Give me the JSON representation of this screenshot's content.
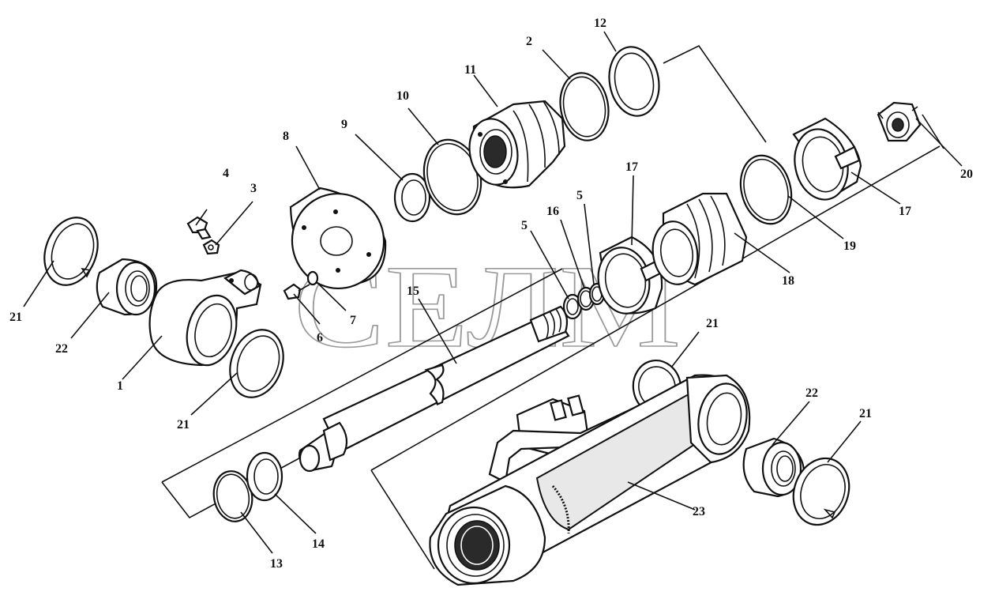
{
  "watermark": "СЕЛМ",
  "callouts": {
    "c1": "1",
    "c2": "2",
    "c3": "3",
    "c4": "4",
    "c5a": "5",
    "c5b": "5",
    "c6": "6",
    "c7": "7",
    "c8": "8",
    "c9": "9",
    "c10": "10",
    "c11": "11",
    "c12": "12",
    "c13": "13",
    "c14": "14",
    "c15": "15",
    "c16": "16",
    "c17a": "17",
    "c17b": "17",
    "c18": "18",
    "c19": "19",
    "c20": "20",
    "c21a": "21",
    "c21b": "21",
    "c21c": "21",
    "c21d": "21",
    "c22a": "22",
    "c22b": "22",
    "c23": "23"
  }
}
